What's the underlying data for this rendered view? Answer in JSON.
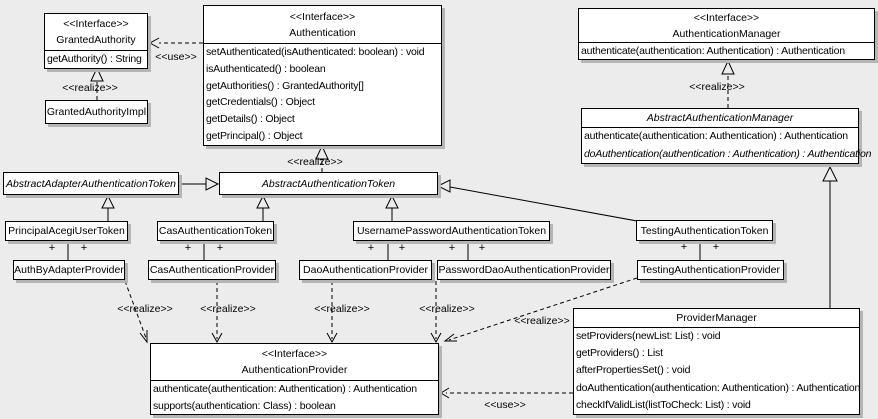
{
  "diagram": {
    "colors": {
      "background": "#ececec",
      "box_fill": "#ffffff",
      "line": "#000000"
    },
    "labels": {
      "use": "<<use>>",
      "realize": "<<realize>>",
      "plus": "+"
    },
    "classes": {
      "granted_authority": {
        "stereotype": "<<Interface>>",
        "name": "GrantedAuthority",
        "methods": [
          "getAuthority() : String"
        ]
      },
      "granted_authority_impl": {
        "name": "GrantedAuthorityImpl"
      },
      "authentication": {
        "stereotype": "<<Interface>>",
        "name": "Authentication",
        "methods": [
          "setAuthenticated(isAuthenticated: boolean) : void",
          "isAuthenticated() : boolean",
          "getAuthorities() : GrantedAuthority[]",
          "getCredentials() : Object",
          "getDetails() : Object",
          "getPrincipal() : Object"
        ]
      },
      "authentication_manager": {
        "stereotype": "<<Interface>>",
        "name": "AuthenticationManager",
        "methods": [
          "authenticate(authentication: Authentication) : Authentication"
        ]
      },
      "abstract_authentication_manager": {
        "name": "AbstractAuthenticationManager",
        "methods": [
          "authenticate(authentication: Authentication) : Authentication",
          "doAuthentication(authentication : Authentication) : Authentication"
        ]
      },
      "abstract_adapter_authentication_token": {
        "name": "AbstractAdapterAuthenticationToken"
      },
      "abstract_authentication_token": {
        "name": "AbstractAuthenticationToken"
      },
      "principal_acegi_user_token": {
        "name": "PrincipalAcegiUserToken"
      },
      "cas_authentication_token": {
        "name": "CasAuthenticationToken"
      },
      "username_password_authentication_token": {
        "name": "UsernamePasswordAuthenticationToken"
      },
      "testing_authentication_token": {
        "name": "TestingAuthenticationToken"
      },
      "auth_by_adapter_provider": {
        "name": "AuthByAdapterProvider"
      },
      "cas_authentication_provider": {
        "name": "CasAuthenticationProvider"
      },
      "dao_authentication_provider": {
        "name": "DaoAuthenticationProvider"
      },
      "password_dao_authentication_provider": {
        "name": "PasswordDaoAuthenticationProvider"
      },
      "testing_authentication_provider": {
        "name": "TestingAuthenticationProvider"
      },
      "authentication_provider": {
        "stereotype": "<<Interface>>",
        "name": "AuthenticationProvider",
        "methods": [
          "authenticate(authentication: Authentication) : Authentication",
          "supports(authentication: Class) : boolean"
        ]
      },
      "provider_manager": {
        "name": "ProviderManager",
        "methods": [
          "setProviders(newList: List) : void",
          "getProviders() : List",
          "afterPropertiesSet() : void",
          "doAuthentication(authentication: Authentication) : Authentication",
          "checkIfValidList(listToCheck: List) : void"
        ]
      }
    }
  }
}
